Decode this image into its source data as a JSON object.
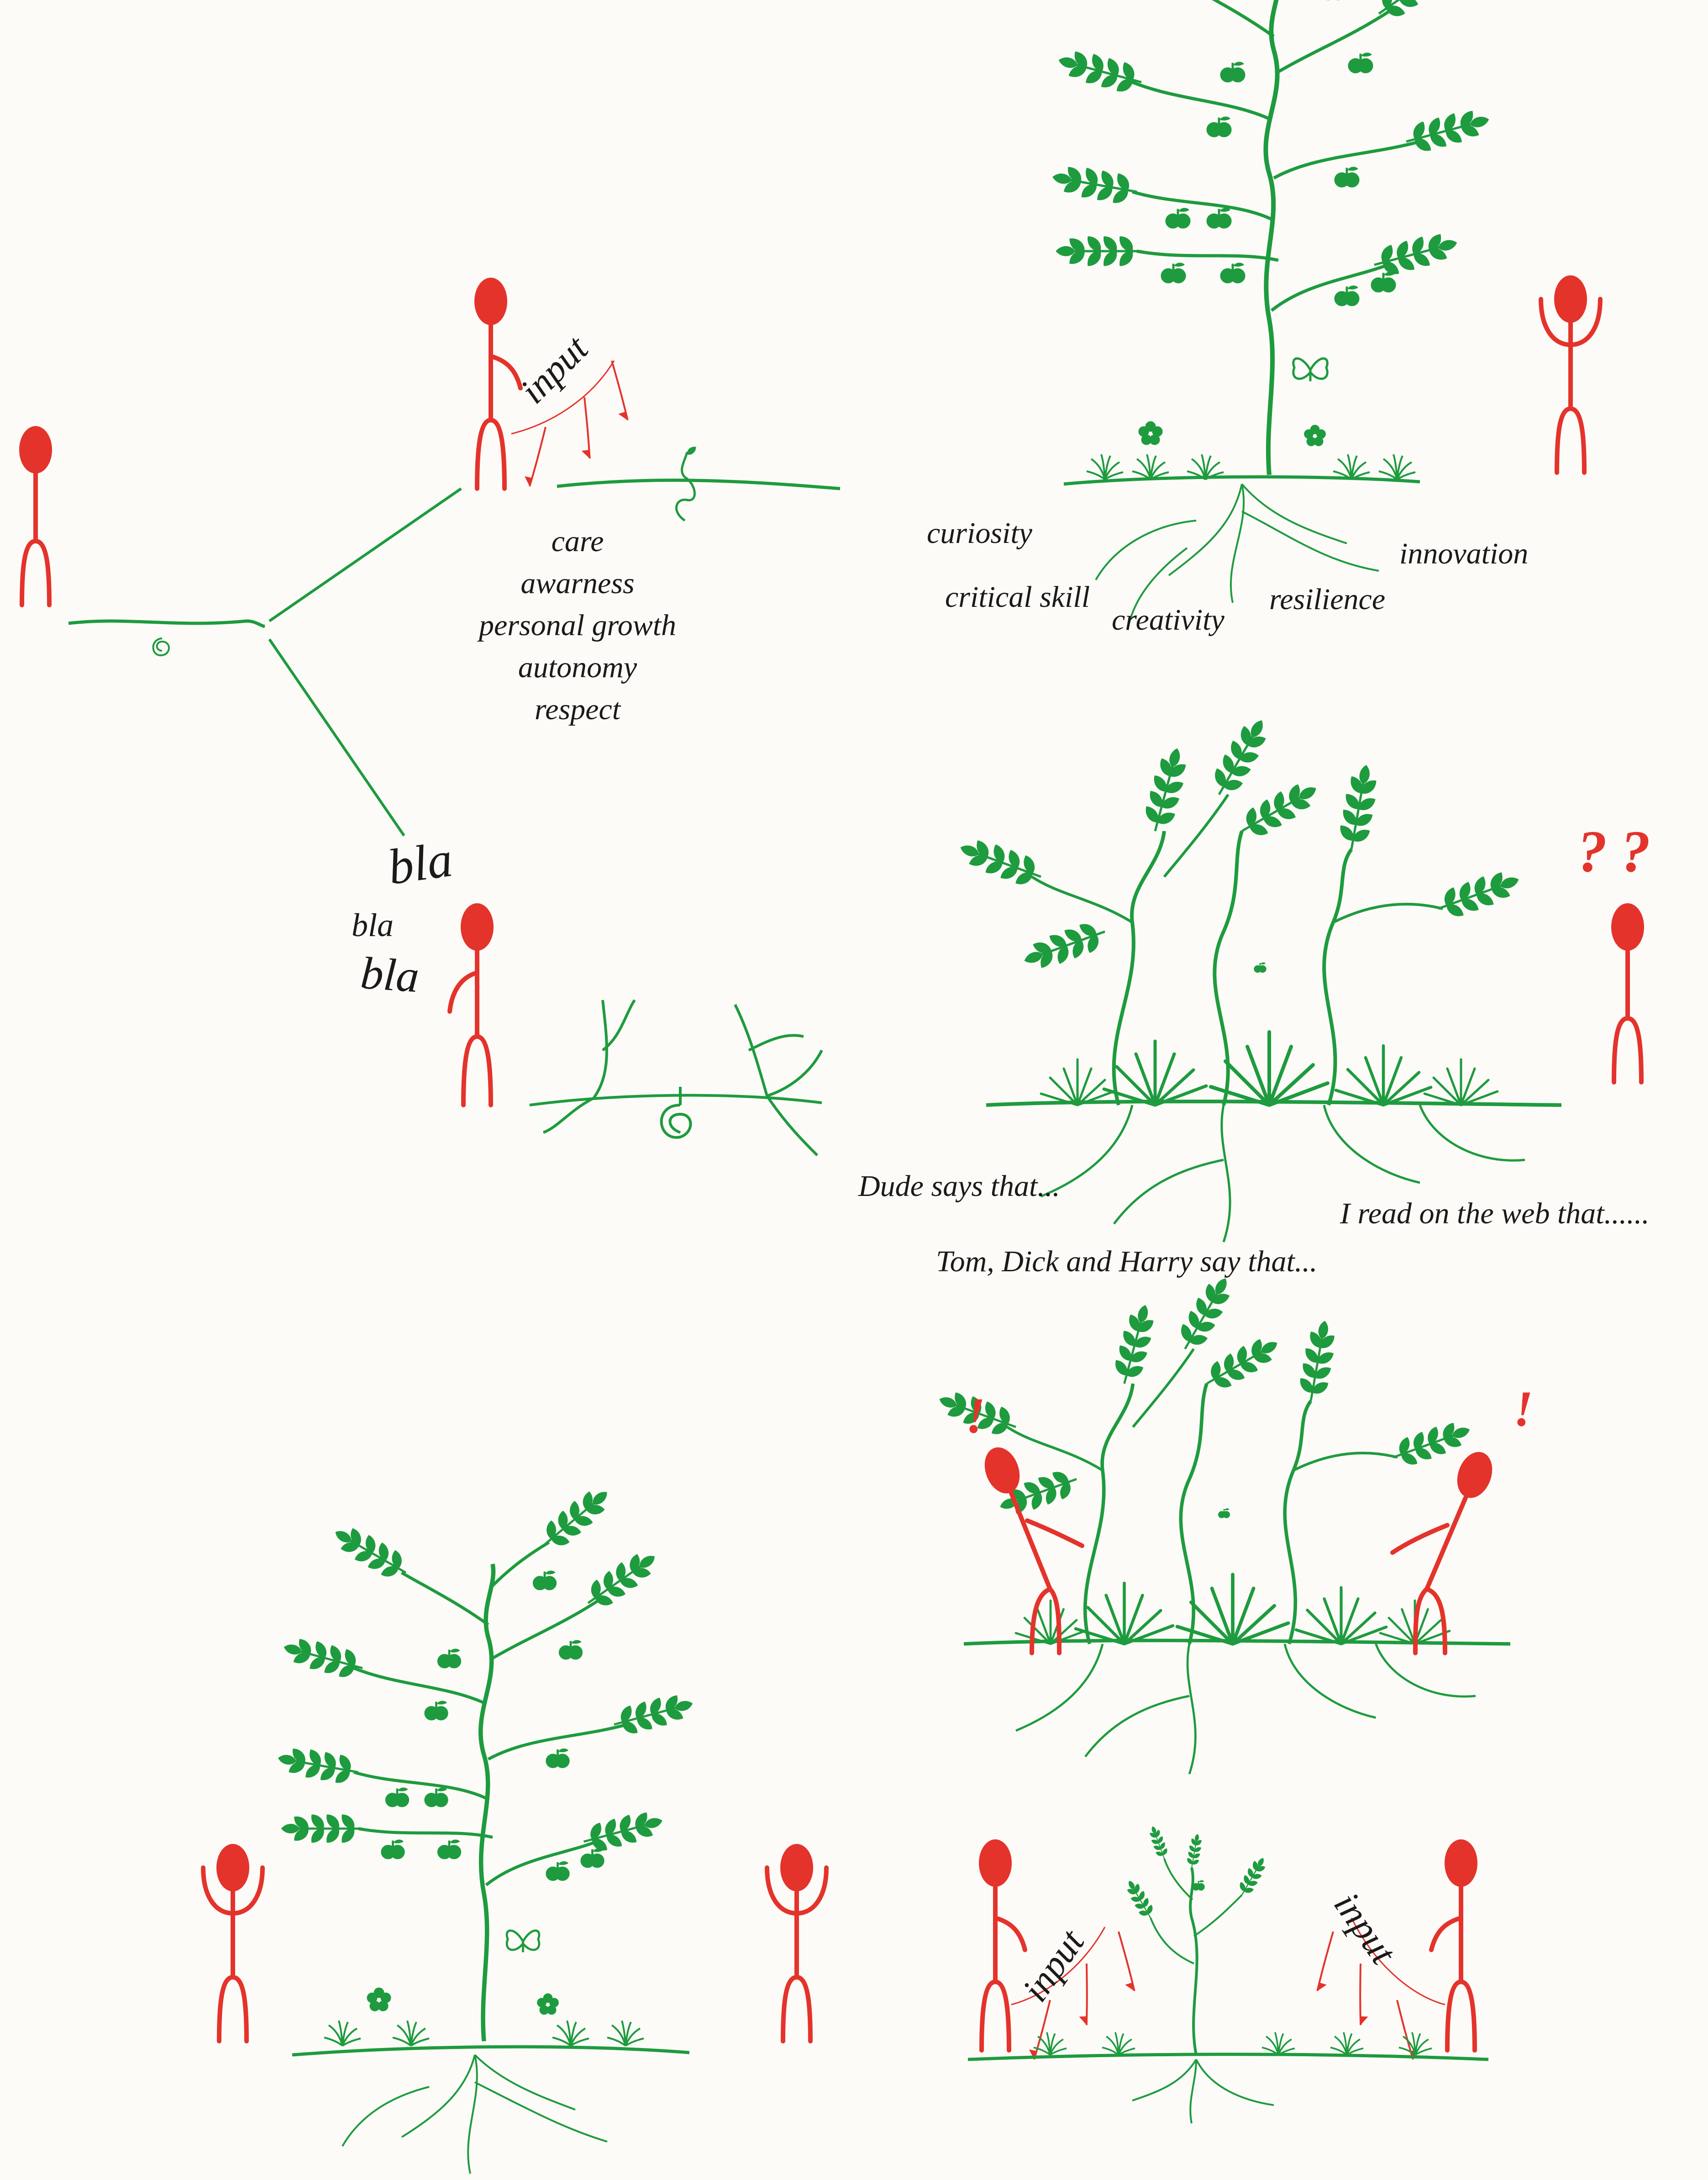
{
  "colors": {
    "figure": "#e4332b",
    "plant": "#1e9b3e",
    "text": "#1a1a1a",
    "background": "#fdfbf8"
  },
  "input_labels": {
    "top": "input",
    "bottom_left": "input",
    "bottom_right": "input"
  },
  "nurture_values": [
    "care",
    "awarness",
    "personal growth",
    "autonomy",
    "respect"
  ],
  "tree_roots": {
    "curiosity": "curiosity",
    "critical_skill": "critical skill",
    "creativity": "creativity",
    "resilience": "resilience",
    "innovation": "innovation"
  },
  "chatter": [
    "bla",
    "bla",
    "bla"
  ],
  "confusion_marks": "??",
  "surprise_marks": [
    "!",
    "!"
  ],
  "hearsay": {
    "dude": "Dude says that...",
    "web": "I read on the web that......",
    "tom": "Tom, Dick and Harry say that..."
  },
  "icons": [
    "stick-figure-icon",
    "tree-icon",
    "apple-icon",
    "butterfly-icon",
    "seedling-icon",
    "weed-icon",
    "arrow-icon"
  ]
}
